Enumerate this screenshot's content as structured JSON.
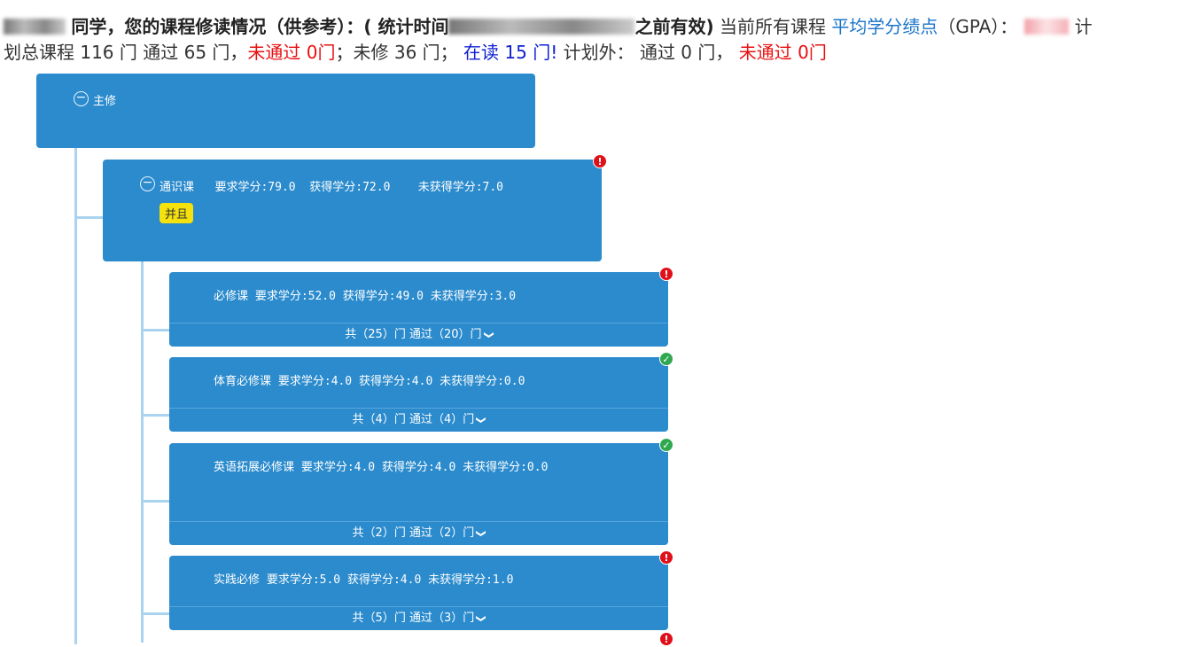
{
  "header": {
    "greeting": "同学，您的课程修读情况（供参考）：( 统计时间",
    "valid_before": "之前有效)",
    "current_all": " 当前所有课程 ",
    "gpa_link": "平均学分绩点",
    "gpa_label": "（GPA）：",
    "plan_prefix": " 计",
    "summary": {
      "total": "划总课程 116 门 通过 65 门，",
      "failed": "未通过 0门",
      "not_taken": "；未修 36 门；",
      "in_progress": "在读 15 门!",
      "outside": " 计划外： 通过 0 门，",
      "outside_failed": "未通过 0门"
    }
  },
  "tree": {
    "root": {
      "label": "主修",
      "toggle": "−"
    },
    "general": {
      "label": "通识课   要求学分:79.0  获得学分:72.0    未获得学分:7.0",
      "toggle": "−",
      "badge": "并且",
      "status": "error"
    },
    "cards": [
      {
        "title": "必修课  要求学分:52.0  获得学分:49.0    未获得学分:3.0",
        "footer": "共（25）门 通过（20）门",
        "status": "error"
      },
      {
        "title": "体育必修课  要求学分:4.0  获得学分:4.0    未获得学分:0.0",
        "footer": "共（4）门 通过（4）门",
        "status": "ok"
      },
      {
        "title": "英语拓展必修课  要求学分:4.0  获得学分:4.0    未获得学分:0.0",
        "footer": "共（2）门 通过（2）门",
        "status": "ok"
      },
      {
        "title": "实践必修  要求学分:5.0  获得学分:4.0    未获得学分:1.0",
        "footer": "共（5）门 通过（3）门",
        "status": "error"
      }
    ]
  },
  "colors": {
    "node": "#2b8bcd",
    "error": "#e0101a",
    "ok": "#2fa84f",
    "badge": "#f5e10c",
    "connector": "#a9d3ef"
  },
  "icons": {
    "error": "!",
    "ok": "✓",
    "chevron": "❯"
  }
}
